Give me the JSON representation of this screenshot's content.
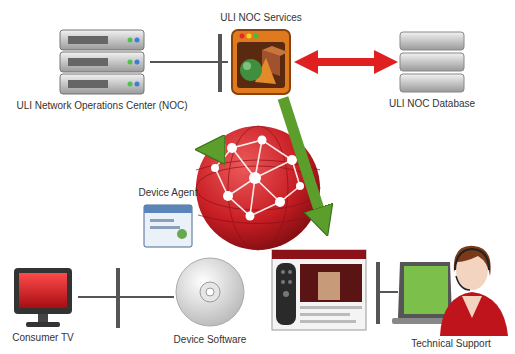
{
  "diagram": {
    "nodes": [
      {
        "text": [
          "ULI NOC Services"
        ]
      },
      {
        "text": [
          "ULI Network Operations Center (NOC)"
        ]
      },
      {
        "text": [
          "ULI NOC Database"
        ]
      },
      {
        "text": [
          "Device Agent"
        ]
      },
      {
        "text": [
          "Consumer TV"
        ]
      },
      {
        "text": [
          "Device Software"
        ]
      },
      {
        "text": [
          "Technical Support"
        ]
      }
    ],
    "edges": [
      {
        "from": 1,
        "to": 0,
        "arrow": "none"
      },
      {
        "from": 0,
        "to": 2,
        "arrow": "both"
      },
      {
        "from": 0,
        "to": 3,
        "arrow": "to"
      },
      {
        "from": 4,
        "to": 5,
        "arrow": "none"
      }
    ]
  }
}
